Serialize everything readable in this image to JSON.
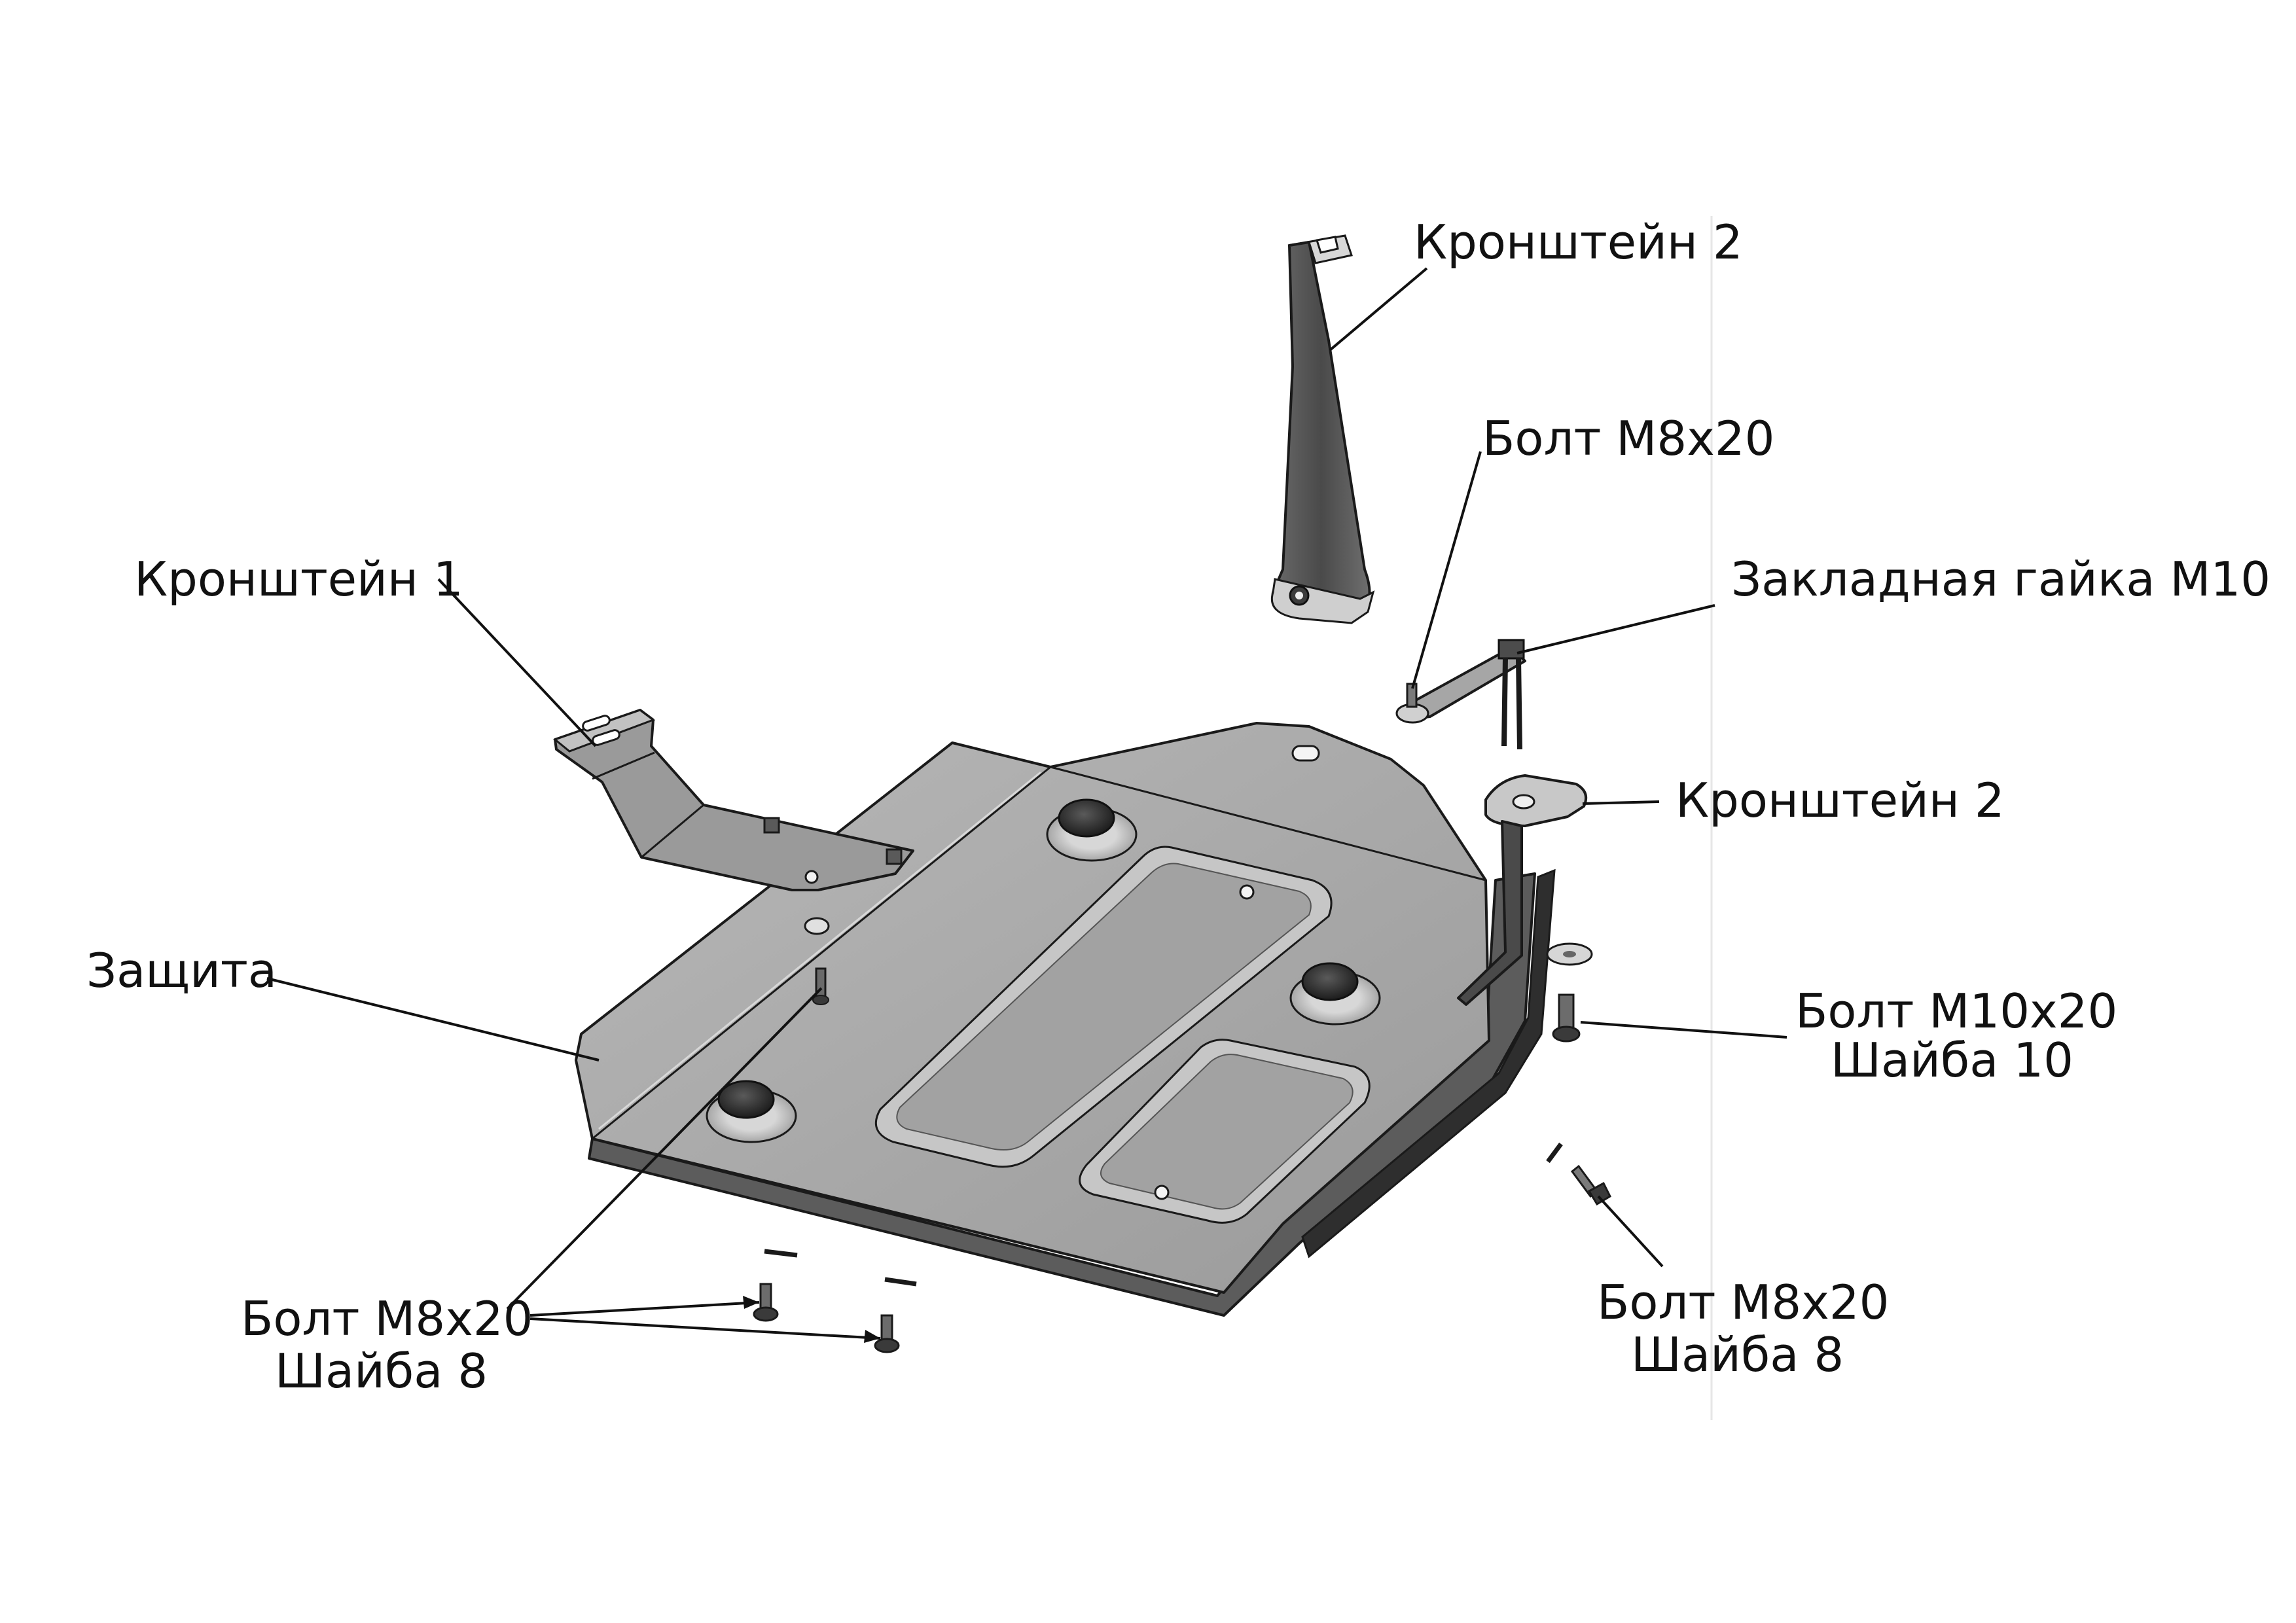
{
  "labels": {
    "bracket_2_top": "Кронштейн 2",
    "bolt_m8x20_top": "Болт М8х20",
    "embedded_nut_m10": "Закладная гайка М10",
    "bracket_1": "Кронштейн 1",
    "bracket_2_right": "Кронштейн 2",
    "protection": "Защита",
    "bolt_m10x20": "Болт М10х20",
    "washer_10": "Шайба 10",
    "bolt_m8x20_bottom_left": "Болт М8х20",
    "washer_8_bottom_left": "Шайба 8",
    "bolt_m8x20_bottom_right": "Болт М8х20",
    "washer_8_bottom_right": "Шайба 8"
  },
  "colors": {
    "plate_fill": "#a9a9a9",
    "plate_side": "#7c7c7c",
    "plate_dark_edge": "#3a3a3a",
    "bracket_dark": "#555555",
    "bracket_light": "#8d8d8d",
    "line": "#111111"
  }
}
